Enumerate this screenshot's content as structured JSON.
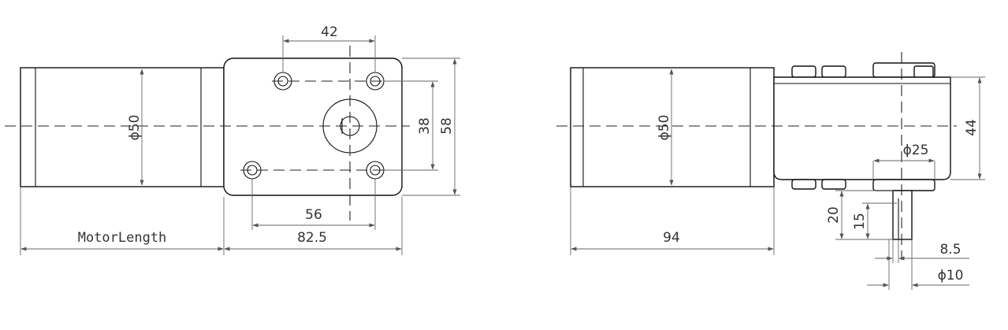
{
  "colors": {
    "line": "#111111",
    "dimension": "#666666",
    "text": "#333333"
  },
  "front_view": {
    "motor_diameter": "ϕ50",
    "motor_length": "MotorLength",
    "gearbox_length": "82.5",
    "hole_spacing_top": "42",
    "hole_spacing_bottom": "56",
    "hole_spacing_vertical": "38",
    "gearbox_height": "58"
  },
  "side_view": {
    "motor_diameter": "ϕ50",
    "motor_length": "94",
    "gearbox_height": "44",
    "boss_diameter": "ϕ25",
    "shaft_length": "20",
    "flat_length": "15",
    "flat_width": "8.5",
    "shaft_diameter": "ϕ10"
  }
}
